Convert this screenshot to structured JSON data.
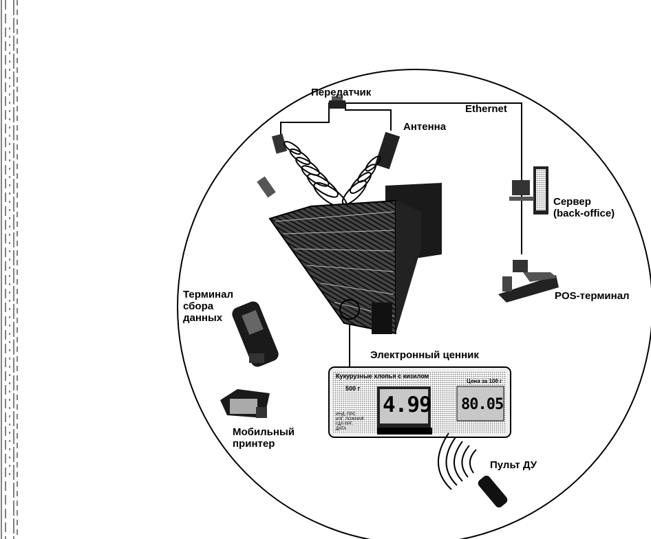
{
  "labels": {
    "transmitter": "Передатчик",
    "ethernet": "Ethernet",
    "antenna": "Антенна",
    "server": [
      "Сервер",
      "(back-office)"
    ],
    "pos": "POS-терминал",
    "terminal": [
      "Терминал",
      "сбора",
      "данных"
    ],
    "price_tag": "Электронный ценник",
    "printer": [
      "Мобильный",
      "принтер"
    ],
    "remote": "Пульт ДУ"
  },
  "price_tag_display": {
    "product": "Кукурузные хлопья с кизилом",
    "unit_price_label": "Цена за 100 г",
    "weight": "500 г",
    "price": "4.99",
    "unit_price": "80.05",
    "fine_print": [
      "ИНД. ПРС",
      "ИЗГ. ЛОЖНАЯ",
      "ГДЛ ПРГ.",
      "ДАТА"
    ]
  },
  "icons": [
    "transmitter-icon",
    "antenna-icon",
    "store-shelf-icon",
    "server-icon",
    "pos-terminal-icon",
    "data-terminal-icon",
    "price-tag-icon",
    "mobile-printer-icon",
    "remote-control-icon"
  ],
  "colors": {
    "line": "#000000",
    "background": "#ffffff",
    "display": "#c8c8c8"
  }
}
